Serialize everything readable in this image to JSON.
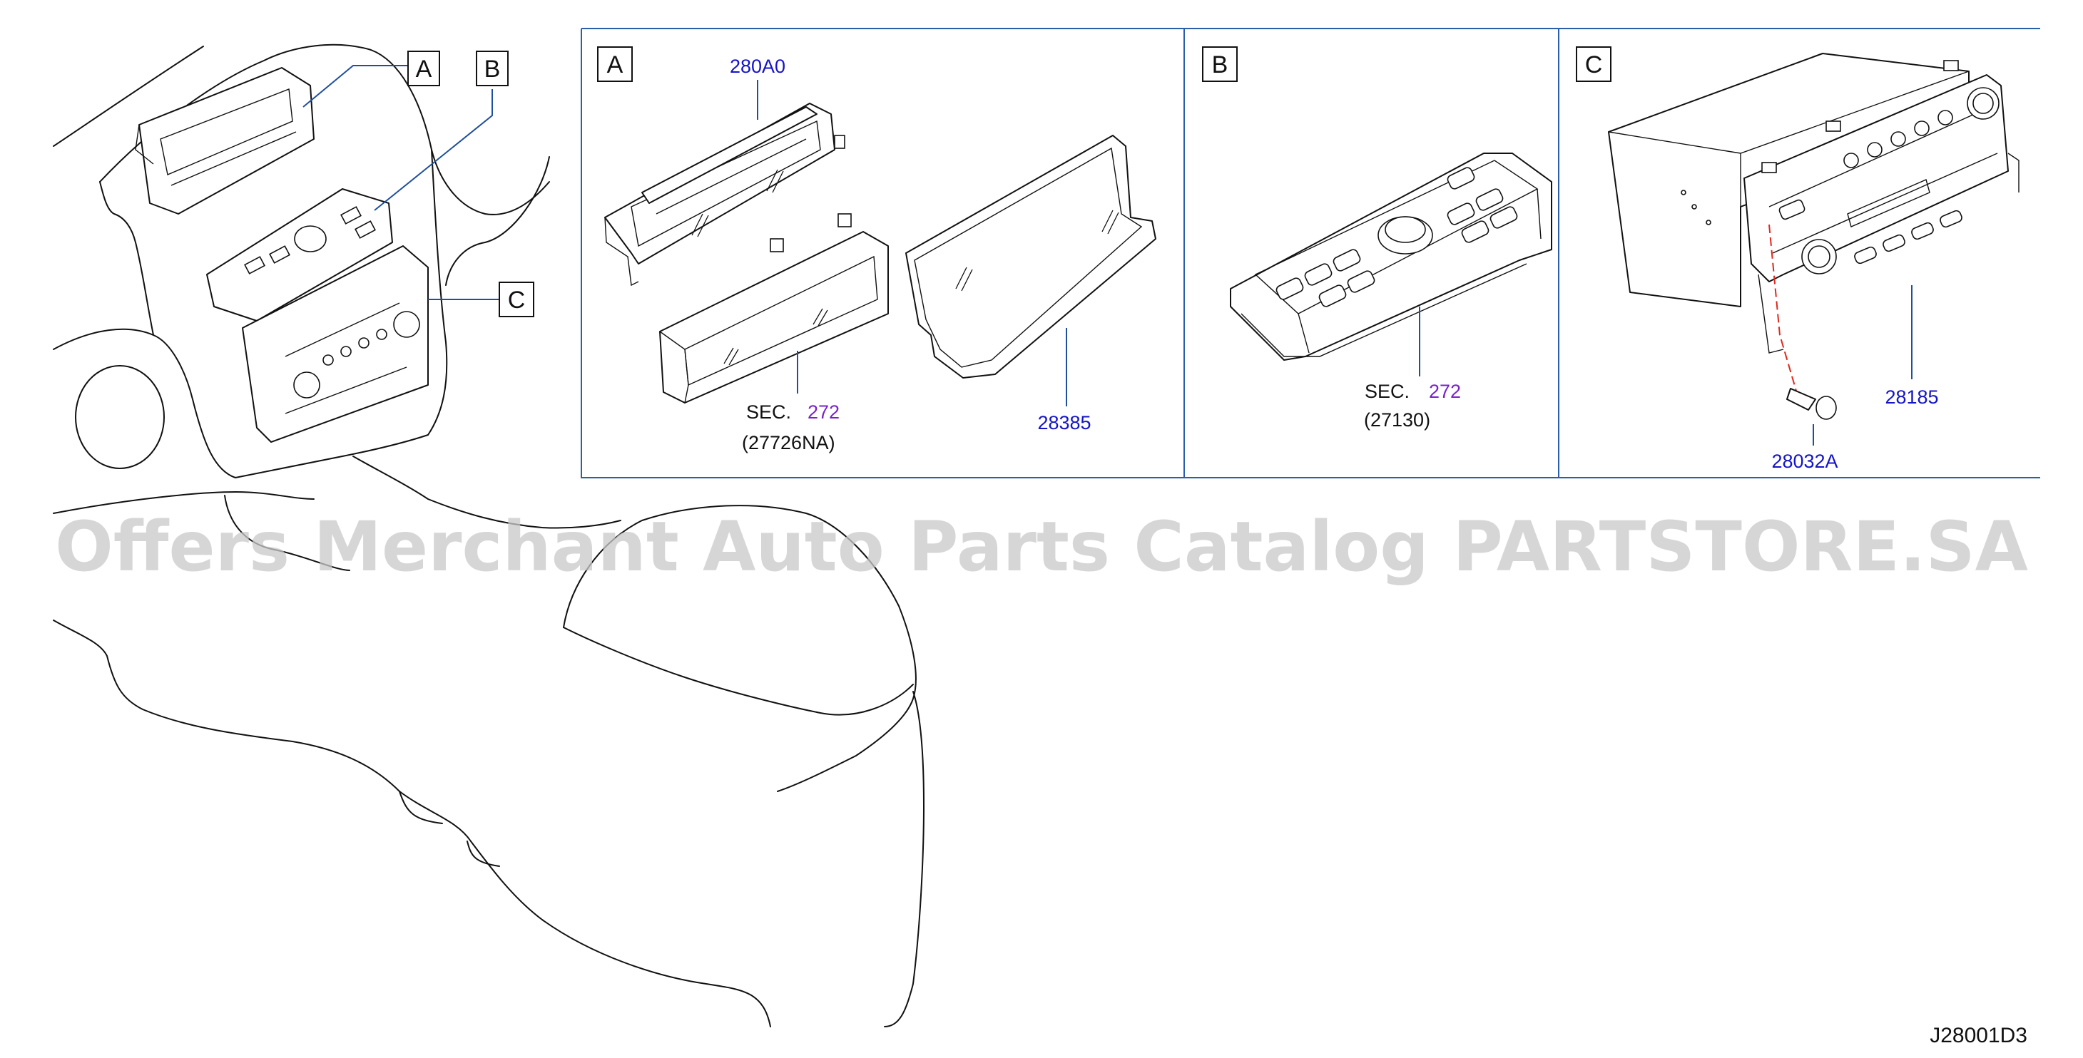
{
  "overview": {
    "callouts": [
      "A",
      "B",
      "C"
    ]
  },
  "panels": [
    {
      "letter": "A",
      "parts": [
        {
          "number": "280A0",
          "kind": "part"
        },
        {
          "prefix": "SEC.",
          "number": "272",
          "sub": "(27726NA)",
          "kind": "section"
        },
        {
          "number": "28385",
          "kind": "part"
        }
      ]
    },
    {
      "letter": "B",
      "parts": [
        {
          "prefix": "SEC.",
          "number": "272",
          "sub": "(27130)",
          "kind": "section"
        }
      ]
    },
    {
      "letter": "C",
      "parts": [
        {
          "number": "28185",
          "kind": "part"
        },
        {
          "number": "28032A",
          "kind": "part"
        }
      ]
    }
  ],
  "watermark": "Offers Merchant Auto Parts Catalog PARTSTORE.SA",
  "diagram_code": "J28001D3",
  "colors": {
    "part_number": "#1414c8",
    "section_ref": "#7a22c8",
    "frame": "#2a5ea8",
    "leader": "#1f4f9c",
    "screw_path": "#e0281e"
  }
}
